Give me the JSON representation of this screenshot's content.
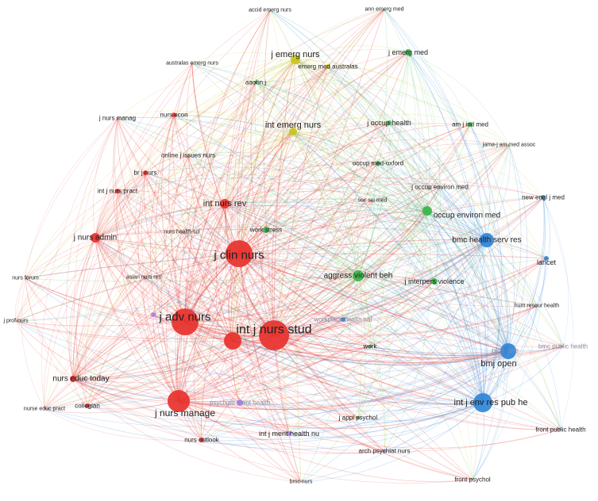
{
  "colors": {
    "red": "#e8312d",
    "green": "#3ab54a",
    "yellow": "#c8c520",
    "blue": "#2f86d9",
    "purple": "#a682e8"
  },
  "nodes": [
    {
      "id": "j_clin_nurs",
      "label": "j clin nurs",
      "cluster": "red",
      "weight": 10
    },
    {
      "id": "int_j_nurs_stud",
      "label": "int j nurs stud",
      "cluster": "red",
      "weight": 10
    },
    {
      "id": "j_adv_nurs",
      "label": "j adv nurs",
      "cluster": "red",
      "weight": 9
    },
    {
      "id": "j_nurs_manage",
      "label": "j nurs manage",
      "cluster": "red",
      "weight": 8
    },
    {
      "id": "int_nurs_rev",
      "label": "int nurs rev",
      "cluster": "red",
      "weight": 5
    },
    {
      "id": "nurs_educ_today",
      "label": "nurs educ today",
      "cluster": "red",
      "weight": 4
    },
    {
      "id": "j_nurs_admin",
      "label": "j nurs admin",
      "cluster": "red",
      "weight": 4
    },
    {
      "id": "unlabeled_red_hub",
      "label": "",
      "cluster": "red",
      "weight": 6
    },
    {
      "id": "int_j_nurs_pract",
      "label": "int j nurs pract",
      "cluster": "red",
      "weight": 2
    },
    {
      "id": "br_j_nurs",
      "label": "br j nurs",
      "cluster": "red",
      "weight": 2
    },
    {
      "id": "online_j_issues_nurs",
      "label": "online j issues nurs",
      "cluster": "red",
      "weight": 1
    },
    {
      "id": "nurs_econ",
      "label": "nurs econ",
      "cluster": "red",
      "weight": 2
    },
    {
      "id": "j_nurs_manag",
      "label": "j nurs manag",
      "cluster": "red",
      "weight": 1
    },
    {
      "id": "nurs_health_sci",
      "label": "nurs health sci",
      "cluster": "red",
      "weight": 1
    },
    {
      "id": "asian_nurs_res",
      "label": "asian nurs res",
      "cluster": "red",
      "weight": 1
    },
    {
      "id": "nurs_forum",
      "label": "nurs forum",
      "cluster": "red",
      "weight": 1
    },
    {
      "id": "j_prof_nurs",
      "label": "j prof nurs",
      "cluster": "red",
      "weight": 1
    },
    {
      "id": "collegian",
      "label": "collegian",
      "cluster": "red",
      "weight": 2
    },
    {
      "id": "nurse_educ_pract",
      "label": "nurse educ pract",
      "cluster": "red",
      "weight": 1
    },
    {
      "id": "nurs_outlook",
      "label": "nurs outlook",
      "cluster": "red",
      "weight": 2
    },
    {
      "id": "j_emerg_nurs",
      "label": "j emerg nurs",
      "cluster": "yellow",
      "weight": 4
    },
    {
      "id": "int_emerg_nurs",
      "label": "int emerg nurs",
      "cluster": "yellow",
      "weight": 4
    },
    {
      "id": "emerg_med_australas",
      "label": "emerg med australas",
      "cluster": "yellow",
      "weight": 2
    },
    {
      "id": "australas_emerg_nurs",
      "label": "australas emerg nurs",
      "cluster": "yellow",
      "weight": 1
    },
    {
      "id": "aaohn_j",
      "label": "aaohn j",
      "cluster": "green",
      "weight": 1
    },
    {
      "id": "accid_emerg_nurs",
      "label": "accid emerg nurs",
      "cluster": "green",
      "weight": 1
    },
    {
      "id": "ann_emerg_med",
      "label": "ann emerg med",
      "cluster": "green",
      "weight": 1
    },
    {
      "id": "j_emerg_med",
      "label": "j emerg med",
      "cluster": "green",
      "weight": 2
    },
    {
      "id": "j_occup_health",
      "label": "j occup health",
      "cluster": "green",
      "weight": 2
    },
    {
      "id": "am_j_ind_med",
      "label": "am j ind med",
      "cluster": "green",
      "weight": 2
    },
    {
      "id": "jama_j_am_med_assoc",
      "label": "jama-j am med assoc",
      "cluster": "green",
      "weight": 1
    },
    {
      "id": "occup_med_oxford",
      "label": "occup med-oxford",
      "cluster": "green",
      "weight": 2
    },
    {
      "id": "j_occup_environ_med",
      "label": "j occup environ med",
      "cluster": "green",
      "weight": 1
    },
    {
      "id": "soc_sci_med",
      "label": "soc sci med",
      "cluster": "green",
      "weight": 1
    },
    {
      "id": "occup_environ_med",
      "label": "occup environ med",
      "cluster": "green",
      "weight": 4
    },
    {
      "id": "work_stress",
      "label": "work stress",
      "cluster": "green",
      "weight": 2
    },
    {
      "id": "aggress_violent_beh",
      "label": "aggress violent beh",
      "cluster": "green",
      "weight": 4
    },
    {
      "id": "j_interpers_violence",
      "label": "j interpers violence",
      "cluster": "green",
      "weight": 2
    },
    {
      "id": "work",
      "label": "work",
      "cluster": "green",
      "weight": 1
    },
    {
      "id": "j_appl_psychol",
      "label": "j appl psychol",
      "cluster": "green",
      "weight": 1
    },
    {
      "id": "workplace_health_saf",
      "label": "workplace health saf",
      "cluster": "blue",
      "weight": 2
    },
    {
      "id": "bmc_health_serv_res",
      "label": "bmc health serv res",
      "cluster": "blue",
      "weight": 5
    },
    {
      "id": "new_engl_j_med",
      "label": "new engl j med",
      "cluster": "blue",
      "weight": 1
    },
    {
      "id": "lancet",
      "label": "lancet",
      "cluster": "blue",
      "weight": 2
    },
    {
      "id": "hum_resour_health",
      "label": "hum resour health",
      "cluster": "blue",
      "weight": 1
    },
    {
      "id": "plos_one",
      "label": "plos one",
      "cluster": "blue",
      "weight": 2
    },
    {
      "id": "bmc_public_health",
      "label": "bmc public health",
      "cluster": "blue",
      "weight": 1
    },
    {
      "id": "bmj_open",
      "label": "bmj open",
      "cluster": "blue",
      "weight": 6
    },
    {
      "id": "int_j_env_res_pub_he",
      "label": "int j env res pub he",
      "cluster": "blue",
      "weight": 7
    },
    {
      "id": "front_public_health",
      "label": "front public health",
      "cluster": "blue",
      "weight": 1
    },
    {
      "id": "front_psychol",
      "label": "front psychol",
      "cluster": "blue",
      "weight": 1
    },
    {
      "id": "int_j_ment_health_nu",
      "label": "int j ment health nu",
      "cluster": "purple",
      "weight": 2
    },
    {
      "id": "arch_psychiat_nurs",
      "label": "arch psychiat nurs",
      "cluster": "purple",
      "weight": 1
    },
    {
      "id": "bmc_nurs",
      "label": "bmc nurs",
      "cluster": "purple",
      "weight": 1
    },
    {
      "id": "psychiatr_ment_health",
      "label": "psychiatr ment health",
      "cluster": "purple",
      "weight": 1
    },
    {
      "id": "unlabeled_purple",
      "label": "",
      "cluster": "purple",
      "weight": 1
    }
  ]
}
